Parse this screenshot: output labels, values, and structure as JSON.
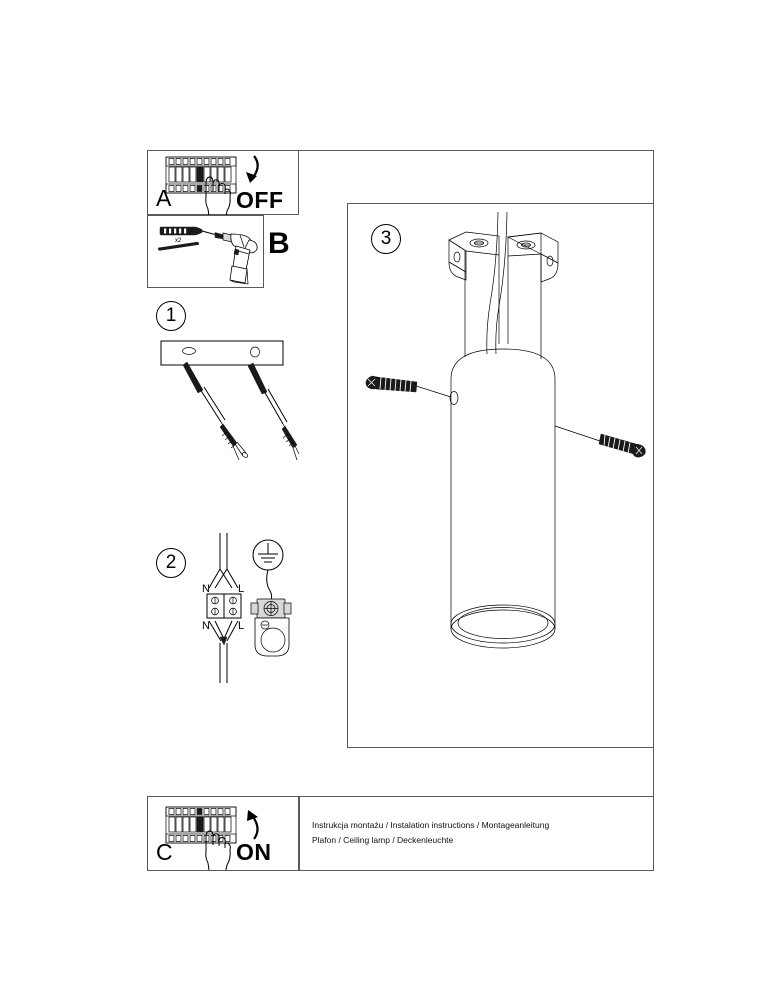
{
  "document": {
    "type": "assembly-instruction-sheet",
    "footer_lines": [
      "Instrukcja montażu / Instalation instructions / Montageanleitung",
      "Plafon / Ceiling lamp / Deckenleuchte"
    ]
  },
  "panels": {
    "a": {
      "letter": "A",
      "action_word": "OFF",
      "icon_fusebox": "fuse-box-icon",
      "icon_hand": "hand-pointing-icon",
      "icon_arrow": "curved-arrow-down-icon"
    },
    "b": {
      "letter": "B",
      "quantity_label": "x2",
      "icon_walldowel": "wall-plug-icon",
      "icon_screw": "screw-icon",
      "icon_drill": "power-drill-icon"
    },
    "step1": {
      "number": "1",
      "icon_ceiling_plate": "ceiling-plate-icon",
      "icon_cable_left": "stripped-cable-icon",
      "icon_cable_right": "stripped-cable-icon"
    },
    "step2": {
      "number": "2",
      "terminal_labels_top": [
        "N",
        "L"
      ],
      "terminal_labels_bottom": [
        "N",
        "L"
      ],
      "icon_terminal_block": "terminal-block-icon",
      "icon_earth": "earth-ground-icon",
      "icon_earth_terminal": "earth-terminal-icon"
    },
    "step3": {
      "number": "3",
      "icon_lamp_body": "cylinder-lamp-icon",
      "icon_bracket_left": "mounting-bracket-icon",
      "icon_bracket_right": "mounting-bracket-icon",
      "icon_screw_left": "mounting-screw-icon",
      "icon_screw_right": "mounting-screw-icon",
      "icon_cable": "supply-cable-icon"
    },
    "c": {
      "letter": "C",
      "action_word": "ON",
      "icon_fusebox": "fuse-box-icon",
      "icon_hand": "hand-pointing-icon",
      "icon_arrow": "curved-arrow-up-icon"
    }
  },
  "colors": {
    "line": "#000000",
    "frame": "#5a5a5a",
    "background": "#ffffff",
    "dark_fill": "#1a1a1a"
  }
}
